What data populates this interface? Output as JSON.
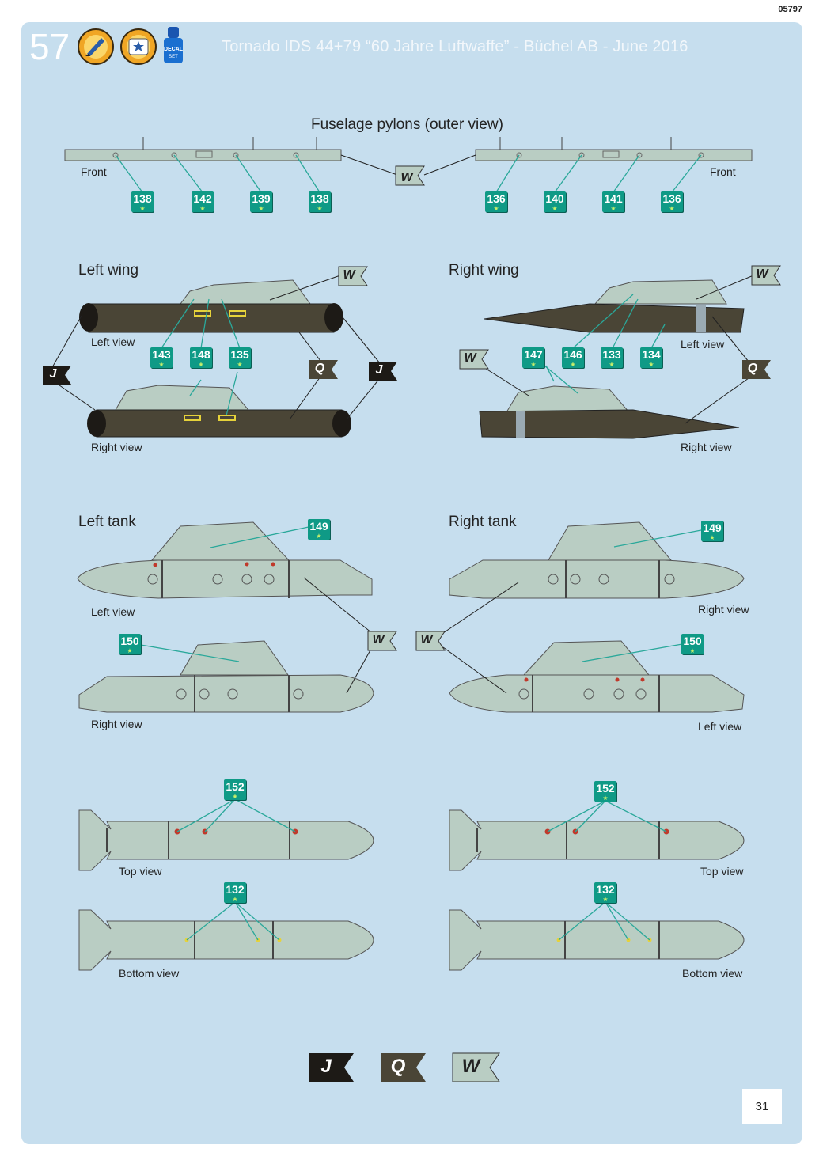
{
  "page": {
    "code": "05797",
    "step_number": "57",
    "title": "Tornado IDS 44+79 “60 Jahre Luftwaffe” - Büchel AB - June 2016",
    "page_number": "31",
    "decal_icon_text": "DECAL SET"
  },
  "sections": {
    "fuselage_pylons": {
      "label": "Fuselage pylons (outer view)",
      "front_left": "Front",
      "front_right": "Front",
      "left_decals": [
        "138",
        "142",
        "139",
        "138"
      ],
      "right_decals": [
        "136",
        "140",
        "141",
        "136"
      ]
    },
    "left_wing": {
      "label": "Left wing",
      "left_view": "Left view",
      "right_view": "Right view",
      "decals": [
        "143",
        "148",
        "135"
      ]
    },
    "right_wing": {
      "label": "Right wing",
      "left_view": "Left view",
      "right_view": "Right view",
      "decals": [
        "147",
        "146",
        "133",
        "134"
      ]
    },
    "left_tank": {
      "label": "Left tank",
      "left_view": "Left view",
      "right_view": "Right view",
      "decal_top": "149",
      "decal_bottom": "150"
    },
    "right_tank": {
      "label": "Right tank",
      "left_view": "Left view",
      "right_view": "Right view",
      "decal_top": "149",
      "decal_bottom": "150"
    },
    "bombs": {
      "top_view": "Top view",
      "bottom_view": "Bottom view",
      "decal_top": "152",
      "decal_bottom": "132"
    }
  },
  "paint_codes": {
    "J": {
      "letter": "J",
      "color": "#1d1a16"
    },
    "Q": {
      "letter": "Q",
      "color": "#4a4536"
    },
    "W": {
      "letter": "W",
      "color": "#b9cdc3"
    }
  },
  "colors": {
    "panel_bg": "#c6deee",
    "pylon_grey": "#b9cdc3",
    "wing_olive": "#4a4536",
    "decal_teal": "#0f9a86",
    "leader_line": "#2aa89a"
  }
}
